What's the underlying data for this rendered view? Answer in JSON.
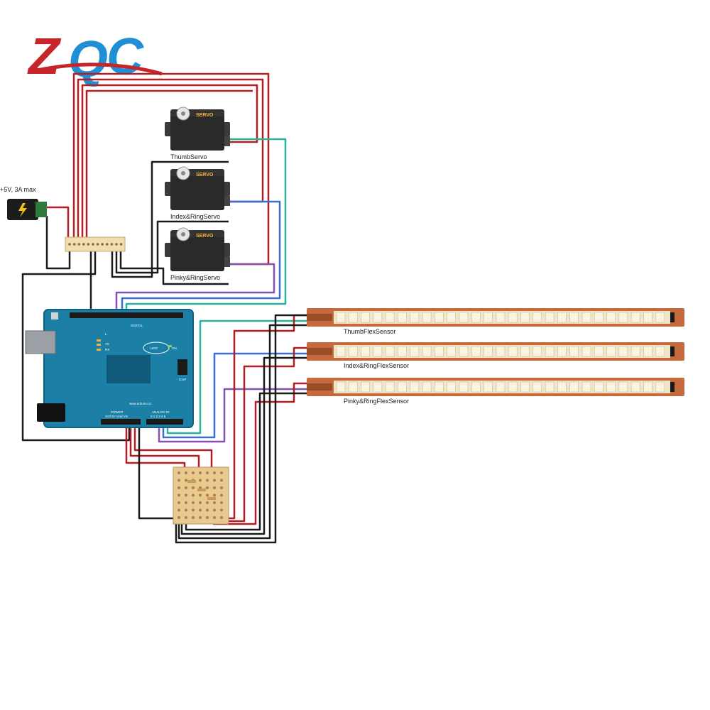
{
  "logo": {
    "text": "ZQC",
    "color_red": "#c8252b",
    "color_blue": "#1f8fd6"
  },
  "power": {
    "label": "+5V, 3A max"
  },
  "servos": [
    {
      "label": "ThumbServo",
      "brand": "SERVO"
    },
    {
      "label": "Index&RingServo",
      "brand": "SERVO"
    },
    {
      "label": "Pinky&RingServo",
      "brand": "SERVO"
    }
  ],
  "flex_sensors": [
    {
      "label": "ThumbFlexSensor"
    },
    {
      "label": "Index&RingFlexSensor"
    },
    {
      "label": "Pinky&RingFlexSensor"
    }
  ],
  "arduino": {
    "model": "UNO",
    "site": "www.arduino.cc",
    "on": "ON",
    "tx": "TX",
    "rx": "RX",
    "l": "L",
    "digital": "DIGITAL",
    "analog": "ANALOG IN",
    "power_hdr": "POWER",
    "icsp": "ICSP",
    "power_pins": "3V3 5V Gnd Vin",
    "analog_pins": "0 1 2 3 4 5"
  },
  "wire_colors": {
    "red": "#b21e22",
    "black": "#1a1a1a",
    "teal": "#2bb39a",
    "blue": "#3a6fd0",
    "purple": "#8a4fb3"
  }
}
